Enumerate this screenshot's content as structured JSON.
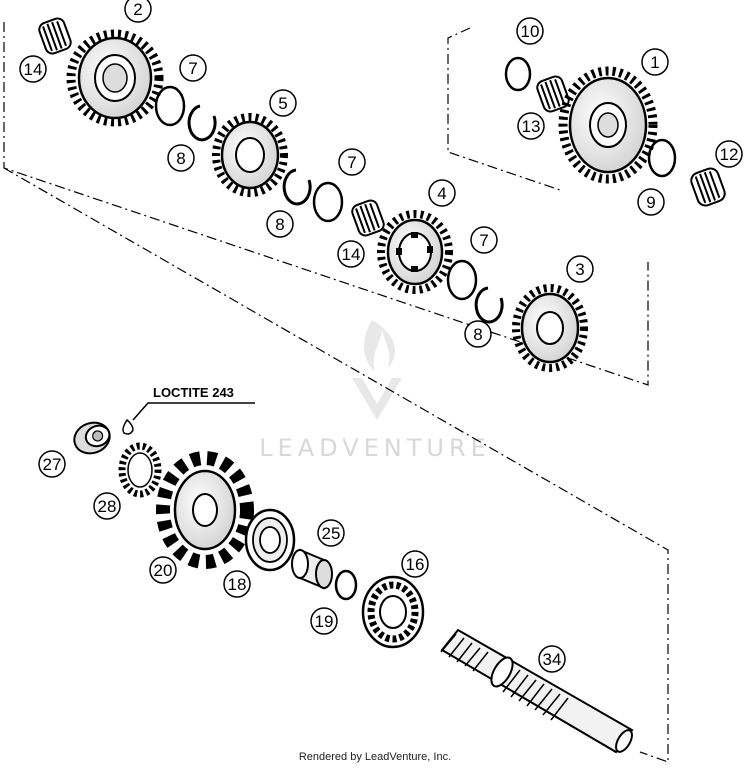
{
  "callouts": [
    "1",
    "2",
    "3",
    "4",
    "5",
    "7",
    "8",
    "9",
    "10",
    "12",
    "13",
    "14",
    "16",
    "18",
    "19",
    "20",
    "25",
    "27",
    "28",
    "34"
  ],
  "note": "LOCTITE 243",
  "watermark": "LEADVENTURE",
  "footer": "Rendered by LeadVenture, Inc.",
  "colors": {
    "ink": "#000000",
    "watermark": "#d4d4d4",
    "background": "#ffffff"
  }
}
